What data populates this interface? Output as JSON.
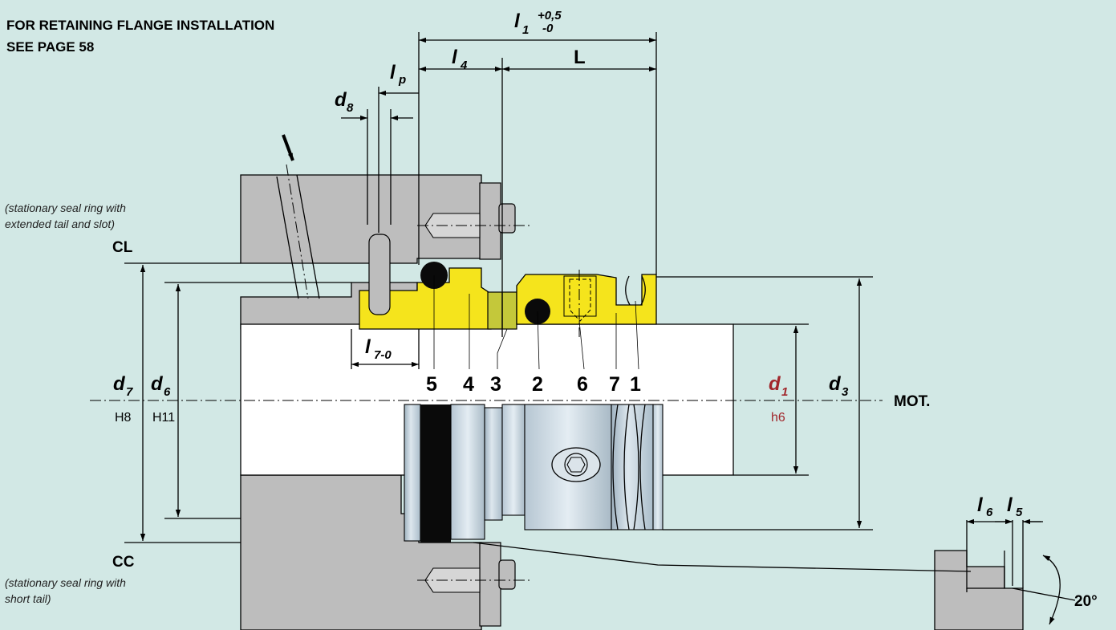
{
  "header": {
    "line1": "FOR RETAINING FLANGE INSTALLATION",
    "line2": "SEE PAGE 58"
  },
  "notes": {
    "cl_note_1": "(stationary seal ring with",
    "cl_note_2": "extended tail and slot)",
    "cl_label": "CL",
    "cc_label": "CC",
    "cc_note_1": "(stationary seal ring with",
    "cc_note_2": "short tail)"
  },
  "dimensions": {
    "l1": "l",
    "l1_sub": "1",
    "l1_tol_upper": "+0,5",
    "l1_tol_lower": "-0",
    "l4": "l",
    "l4_sub": "4",
    "L": "L",
    "lp": "l",
    "lp_sub": "p",
    "d8": "d",
    "d8_sub": "8",
    "l7": "l",
    "l7_sub": "7-0",
    "d7": "d",
    "d7_sub": "7",
    "d7_tol": "H8",
    "d6": "d",
    "d6_sub": "6",
    "d6_tol": "H11",
    "d1": "d",
    "d1_sub": "1",
    "d1_tol": "h6",
    "d3": "d",
    "d3_sub": "3",
    "l6": "l",
    "l6_sub": "6",
    "l5": "l",
    "l5_sub": "5",
    "angle": "20°"
  },
  "parts": [
    "5",
    "4",
    "3",
    "2",
    "6",
    "7",
    "1"
  ],
  "mot_label": "MOT.",
  "colors": {
    "background": "#d2e8e5",
    "housing": "#bdbdbd",
    "seal": "#f5e41c",
    "accent_red": "#a1262b",
    "shaft": "#ffffff"
  }
}
